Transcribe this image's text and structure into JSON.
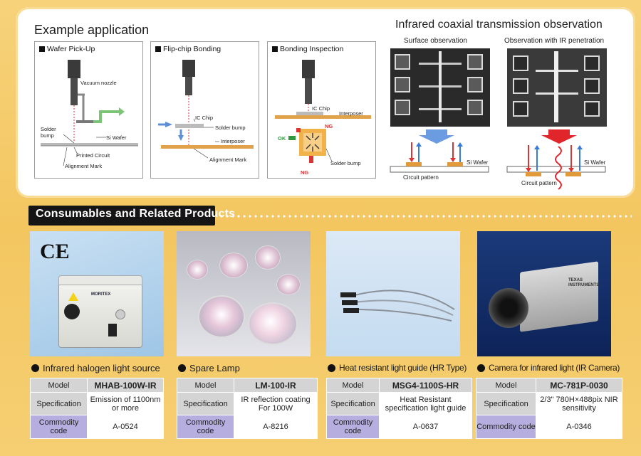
{
  "example": {
    "title": "Example application",
    "boxes": [
      {
        "title": "Wafer Pick-Up",
        "labels": [
          "Vacuum nozzle",
          "Solder bump",
          "Si Wafer",
          "Printed Circuit",
          "Alignment Mark"
        ]
      },
      {
        "title": "Flip-chip Bonding",
        "labels": [
          "IC Chip",
          "Solder bump",
          "Interposer",
          "Alignment Mark"
        ]
      },
      {
        "title": "Bonding Inspection",
        "labels": [
          "IC Chip",
          "Interposer",
          "NG",
          "OK",
          "NG",
          "Solder bump"
        ]
      }
    ]
  },
  "ir": {
    "title": "Infrared coaxial transmission observation",
    "surface_caption": "Surface observation",
    "ir_caption": "Observation with IR penetration",
    "si_wafer": "Si Wafer",
    "circuit_pattern": "Circuit pattern"
  },
  "section": {
    "title": "Consumables and Related Products"
  },
  "ce_mark": "CE",
  "brand": {
    "moritex": "MORITEX",
    "texas": "TEXAS INSTRUMENTS"
  },
  "row_labels": {
    "model": "Model",
    "spec": "Specification",
    "code": "Commodity code"
  },
  "products": [
    {
      "name": "Infrared halogen light source",
      "model": "MHAB-100W-IR",
      "spec": "Emission of 1100nm or more",
      "code": "A-0524"
    },
    {
      "name": "Spare Lamp",
      "model": "LM-100-IR",
      "spec": "IR reflection coating For 100W",
      "code": "A-8216"
    },
    {
      "name": "Heat resistant light guide (HR Type)",
      "model": "MSG4-1100S-HR",
      "spec": "Heat Resistant specification light guide",
      "code": "A-0637"
    },
    {
      "name": "Camera for infrared light (IR Camera)",
      "model": "MC-781P-0030",
      "spec": "2/3\" 780H×488pix NIR sensitivity",
      "code": "A-0346"
    }
  ],
  "colors": {
    "accent_red": "#e0262a",
    "accent_blue": "#5d8fd9",
    "green": "#2f9a3c",
    "orange": "#e09a3a"
  }
}
